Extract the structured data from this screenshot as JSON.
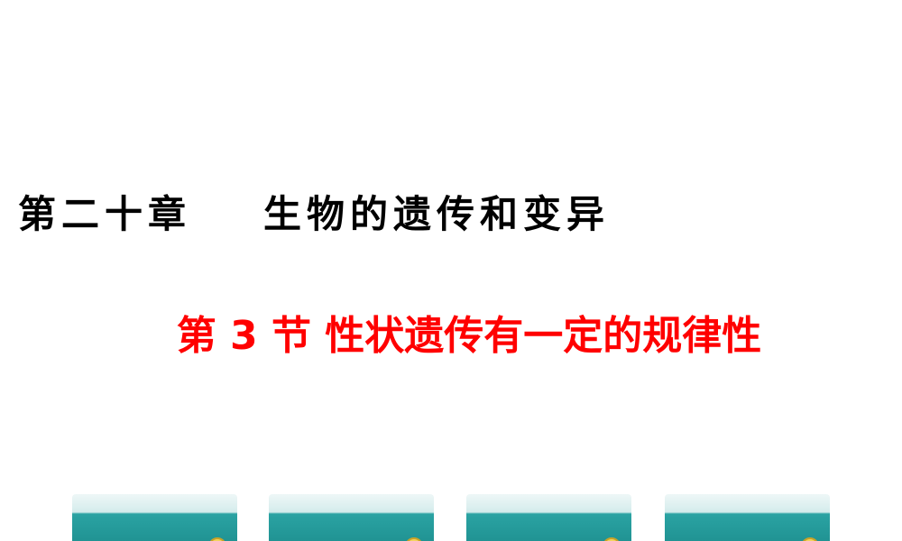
{
  "chapter": {
    "number_label": "第二十章",
    "name": "生物的遗传和变异"
  },
  "section": {
    "title": "第 3 节 性状遗传有一定的规律性"
  },
  "nav": {
    "accent": "#2aa3a3",
    "buttons": [
      {
        "label": "",
        "icon": "dot-icon"
      },
      {
        "label": "",
        "icon": "dot-icon"
      },
      {
        "label": "",
        "icon": "dot-icon"
      },
      {
        "label": "",
        "icon": "dot-icon"
      }
    ]
  }
}
